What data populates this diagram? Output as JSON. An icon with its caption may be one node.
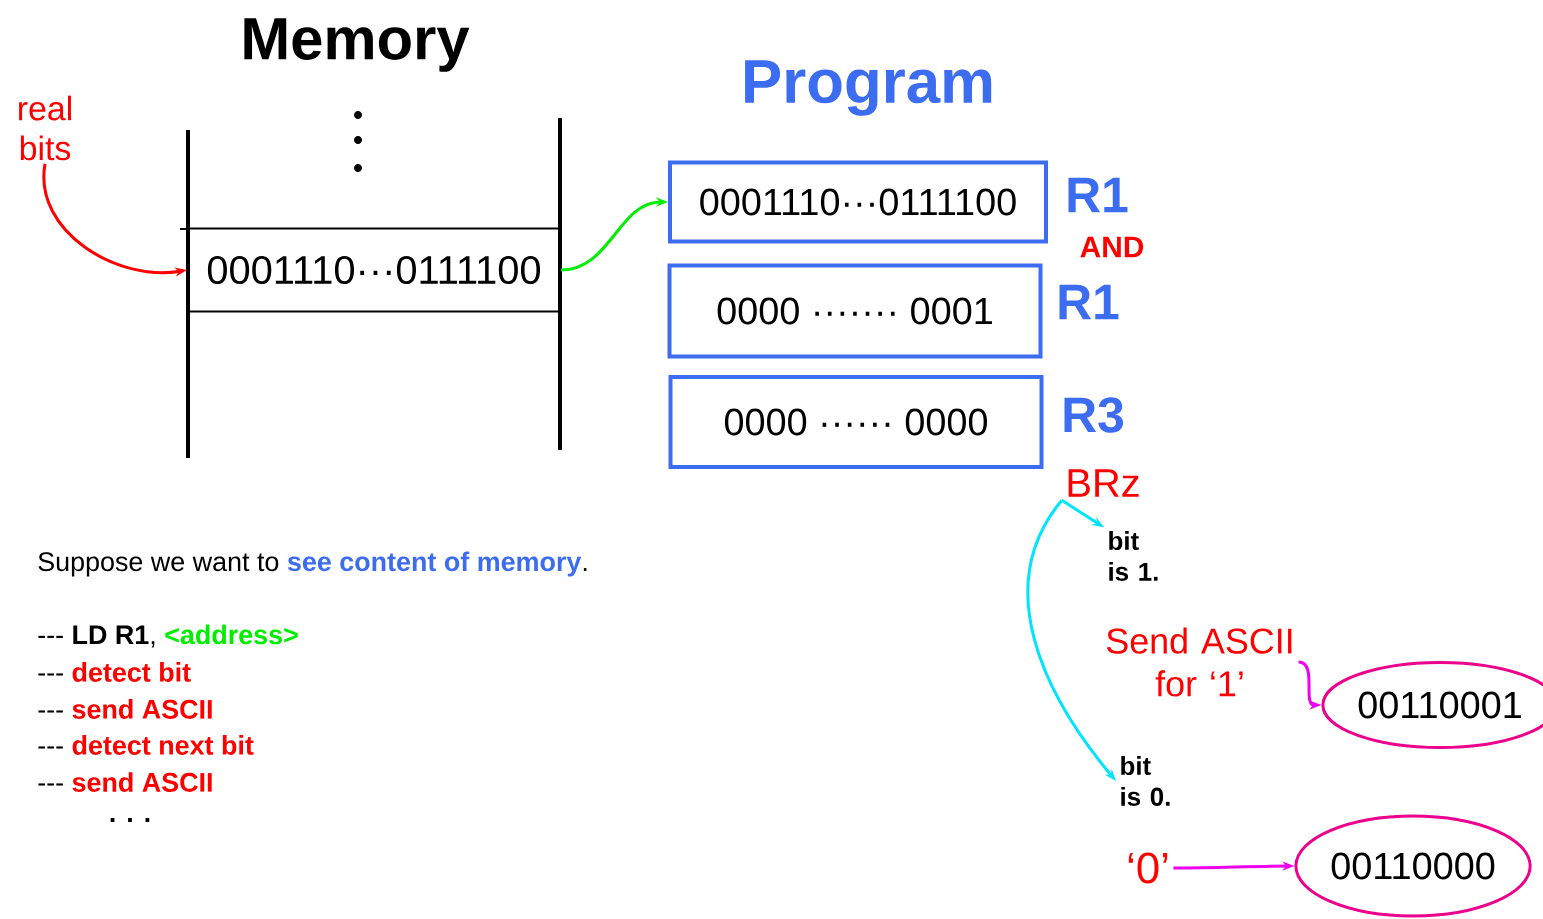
{
  "diagram": {
    "nodes": [
      {
        "text": [
          "0001110···0111100"
        ]
      },
      {
        "text": [
          "0001110···0111100"
        ],
        "beside": [
          "R1"
        ]
      },
      {
        "text": [
          "0000 ······· 0001"
        ],
        "beside": [
          "R1"
        ]
      },
      {
        "text": [
          "0000 ······ 0000"
        ],
        "beside": [
          "R3"
        ]
      },
      {
        "text": [
          "real bits"
        ]
      },
      {
        "text": [
          "BRz"
        ]
      },
      {
        "text": [
          "bit is 1."
        ]
      },
      {
        "text": [
          "Send ASCII for ‘1’"
        ]
      },
      {
        "text": [
          "00110001"
        ]
      },
      {
        "text": [
          "bit is 0."
        ]
      },
      {
        "text": [
          "‘0’"
        ]
      },
      {
        "text": [
          "00110000"
        ]
      }
    ],
    "edges": [
      {
        "from": 4,
        "to": 0,
        "arrow": "to",
        "color": "#ff0000"
      },
      {
        "from": 0,
        "to": 1,
        "arrow": "to",
        "color": "#00ee00"
      },
      {
        "from": 5,
        "to": 6,
        "arrow": "to",
        "color": "#00e5ff"
      },
      {
        "from": 5,
        "to": 9,
        "arrow": "to",
        "color": "#00e5ff"
      },
      {
        "from": 7,
        "to": 8,
        "arrow": "to",
        "color": "#ee00ee"
      },
      {
        "from": 10,
        "to": 11,
        "arrow": "to",
        "color": "#ee00ee"
      }
    ],
    "labels": [
      "Memory",
      "Program",
      "AND",
      "Suppose we want to **see content of memory**.",
      "--- **LD R1**, **<address>**",
      "--- **detect bit**",
      "--- **send ASCII**",
      "--- **detect next bit**",
      "--- **send ASCII**",
      ". . ."
    ]
  }
}
